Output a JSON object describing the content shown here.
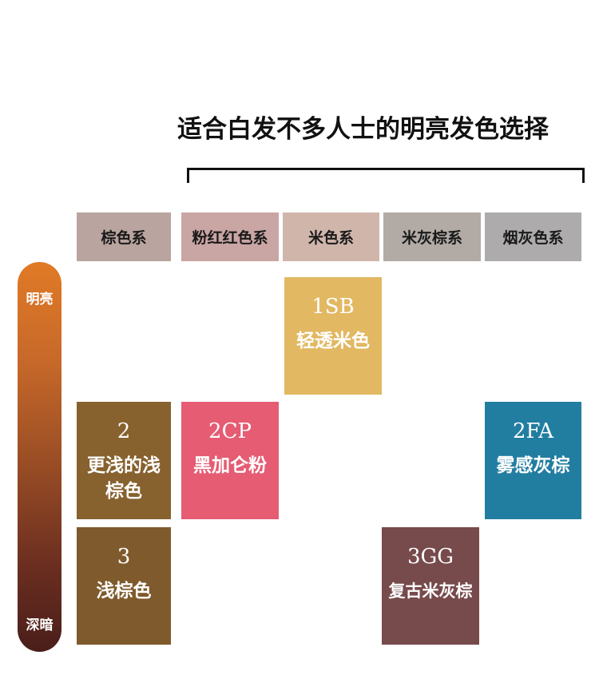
{
  "title": "适合白发不多人士的明亮发色选择",
  "columns": [
    {
      "label": "棕色系",
      "color": "#b9a49f"
    },
    {
      "label": "粉红红色系",
      "color": "#c9a5a3"
    },
    {
      "label": "米色系",
      "color": "#d0b5aa"
    },
    {
      "label": "米灰棕系",
      "color": "#b2aaa4"
    },
    {
      "label": "烟灰色系",
      "color": "#adabac"
    }
  ],
  "scale": {
    "top_label": "明亮",
    "bottom_label": "深暗"
  },
  "swatches": [
    {
      "code": "1SB",
      "name": "轻透米色",
      "column": "米色系",
      "color": "#e2b862"
    },
    {
      "code": "2",
      "name": "更浅的浅棕色",
      "column": "棕色系",
      "color": "#87612e"
    },
    {
      "code": "2CP",
      "name": "黑加仑粉",
      "column": "粉红红色系",
      "color": "#e55c73"
    },
    {
      "code": "2FA",
      "name": "雾感灰棕",
      "column": "烟灰色系",
      "color": "#227ea1"
    },
    {
      "code": "3",
      "name": "浅棕色",
      "column": "棕色系",
      "color": "#7f5a2c"
    },
    {
      "code": "3GG",
      "name": "复古米灰棕",
      "column": "米灰棕系",
      "color": "#774a4c"
    }
  ]
}
